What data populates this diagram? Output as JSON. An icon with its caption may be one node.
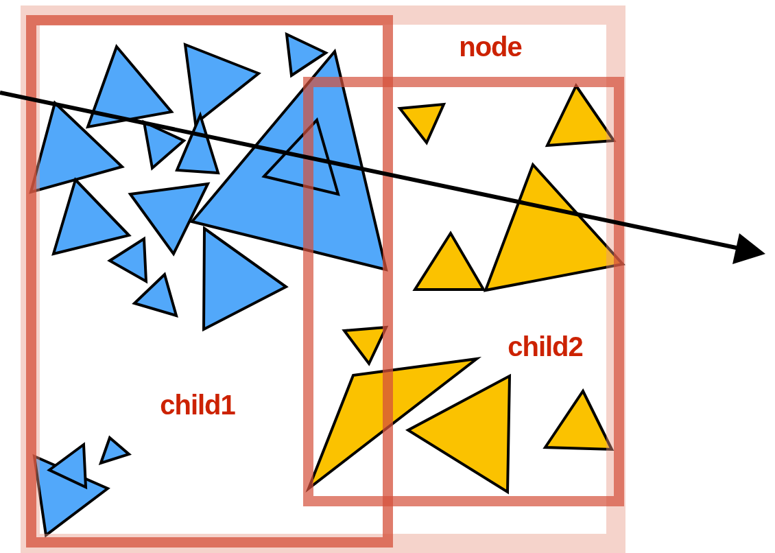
{
  "diagram": {
    "nodes": [
      {
        "text": [
          "node"
        ]
      },
      {
        "text": [
          "child1"
        ],
        "in": 0
      },
      {
        "text": [
          "child2"
        ],
        "in": 0
      }
    ]
  }
}
